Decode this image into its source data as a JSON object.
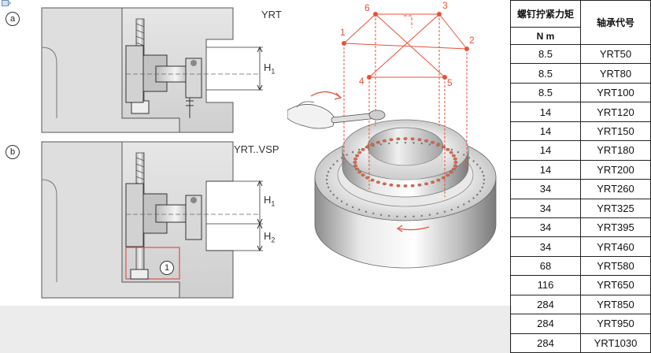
{
  "panel_a": {
    "marker": "a",
    "title": "YRT",
    "h1": "H",
    "h1_sub": "1"
  },
  "panel_b": {
    "marker": "b",
    "title": "YRT..VSP",
    "h1": "H",
    "h1_sub": "1",
    "h2": "H",
    "h2_sub": "2",
    "callout": "1"
  },
  "sequence": {
    "p1": "1",
    "p2": "2",
    "p3": "3",
    "p4": "4",
    "p5": "5",
    "p6": "6"
  },
  "table": {
    "header_torque": "螺钉拧紧力矩",
    "header_unit": "N m",
    "header_bearing": "轴承代号",
    "rows": [
      {
        "torque": "8.5",
        "bearing": "YRT50"
      },
      {
        "torque": "8.5",
        "bearing": "YRT80"
      },
      {
        "torque": "8.5",
        "bearing": "YRT100"
      },
      {
        "torque": "14",
        "bearing": "YRT120"
      },
      {
        "torque": "14",
        "bearing": "YRT150"
      },
      {
        "torque": "14",
        "bearing": "YRT180"
      },
      {
        "torque": "14",
        "bearing": "YRT200"
      },
      {
        "torque": "34",
        "bearing": "YRT260"
      },
      {
        "torque": "34",
        "bearing": "YRT325"
      },
      {
        "torque": "34",
        "bearing": "YRT395"
      },
      {
        "torque": "34",
        "bearing": "YRT460"
      },
      {
        "torque": "68",
        "bearing": "YRT580"
      },
      {
        "torque": "116",
        "bearing": "YRT650"
      },
      {
        "torque": "284",
        "bearing": "YRT850"
      },
      {
        "torque": "284",
        "bearing": "YRT950"
      },
      {
        "torque": "284",
        "bearing": "YRT1030"
      }
    ]
  },
  "colors": {
    "sequence_red": "#e8503a",
    "table_border": "#222222",
    "housing_gray": "#d9d9d9"
  }
}
